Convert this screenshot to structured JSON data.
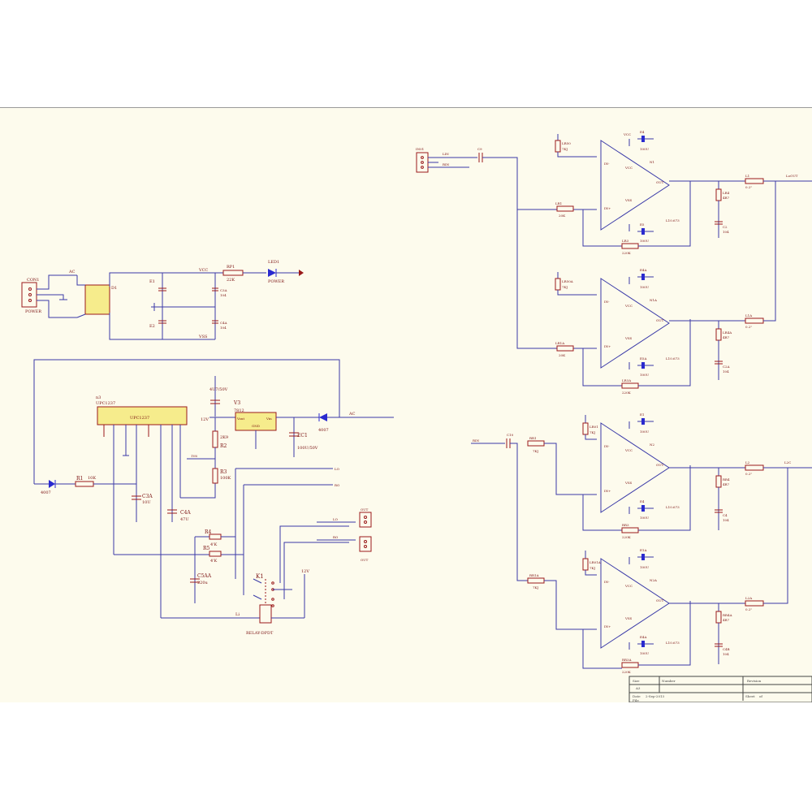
{
  "power": {
    "connector_ref": "CON1",
    "connector_label": "POWER",
    "net_ac": "AC",
    "bridge_ref": "D1",
    "net_vcc": "VCC",
    "net_vss": "VSS",
    "e1": "E1",
    "e2": "E2",
    "c3a": "C3A",
    "c3a_val": "104",
    "c4a": "C4A",
    "c4a_val": "104",
    "rp1": "RP1",
    "rp1_val": "22K",
    "led": "LED1",
    "led_val": "POWER"
  },
  "protect": {
    "chip_ref": "n3",
    "chip_part": "UPC1237",
    "chip_label": "UPC1237",
    "d_left": "4007",
    "r1": "R1",
    "r1_val": "10K",
    "c3aa": "C3A",
    "c3aa_val": "10U",
    "c4aa": "C4A",
    "c4aa_val": "47U",
    "c_top": "4U7/50V",
    "v3": "V3",
    "v3_part": "7812",
    "reg_vout": "Vout",
    "reg_vin": "Vin",
    "reg_gnd": "GND",
    "net_12v": "12V",
    "r2": "2K9",
    "r2_name": "R2",
    "r3": "R3",
    "r3_val": "100K",
    "d_right": "4007",
    "net_ac": "AC",
    "ec1": "EC1",
    "ec1_val": "100U/50V",
    "r4": "R4",
    "r4_val": "4'K",
    "r5": "R5",
    "r5_val": "4'K",
    "c5aa": "C5AA",
    "c5aa_val": "220u",
    "k1": "K1",
    "relay": "RELAY-DPDT",
    "net_li": "Li",
    "net_lo": "LO",
    "net_ro": "RO",
    "net_12v_b": "12V",
    "net_lo2": "LO",
    "net_ro2": "RO",
    "out1": "OUT",
    "out2": "OUT",
    "net_lv": "1V6"
  },
  "input": {
    "connector_ref": "IN01",
    "net_lin": "LIN",
    "net_rin": "RIN",
    "c9": "C9",
    "c10": "C10",
    "rin_left": "RIN"
  },
  "amps": [
    {
      "rf": "LR50",
      "rf_val": "7KJ",
      "ri": "LR1",
      "ri_val": "20K",
      "rb": "LR3",
      "rb_val": "220K",
      "u": "N1",
      "c_top": "E4",
      "c_top_val": "100U",
      "c_bot": "E5",
      "c_bot_val": "100U",
      "l": "L10.673",
      "rz": "LR4",
      "rz_val": "4R7",
      "cz": "C2",
      "cz_val": "104",
      "lo": "L1",
      "lo_val": "0.2\"",
      "out": "LoOUT"
    },
    {
      "rf": "LR50A",
      "rf_val": "7KJ",
      "ri": "LR1A",
      "ri_val": "20K",
      "rb": "LR3A",
      "rb_val": "220K",
      "u": "N1A",
      "c_top": "E4A",
      "c_top_val": "100U",
      "c_bot": "E5A",
      "c_bot_val": "100U",
      "l": "L10.673",
      "rz": "LR4A",
      "rz_val": "4R7",
      "cz": "C2A",
      "cz_val": "104",
      "lo": "L1A",
      "lo_val": "0.2\"",
      "out": ""
    },
    {
      "rf": "LR01",
      "rf_val": "7KJ",
      "ri": "RR1",
      "ri_val": "7KJ",
      "rb": "RR3",
      "rb_val": "220K",
      "u": "N2",
      "c_top": "E1",
      "c_top_val": "100U",
      "c_bot": "E4",
      "c_bot_val": "100U",
      "l": "L10.673",
      "rz": "RR4",
      "rz_val": "4R7",
      "cz": "C4",
      "cz_val": "104",
      "lo": "L2",
      "lo_val": "0.2\"",
      "out": "L2C"
    },
    {
      "rf": "LR01A",
      "rf_val": "7KJ",
      "ri": "RR1A",
      "ri_val": "7KJ",
      "rb": "RR3A",
      "rb_val": "220K",
      "u": "N2A",
      "c_top": "E1A",
      "c_top_val": "100U",
      "c_bot": "E4A",
      "c_bot_val": "100U",
      "l": "L10.673",
      "rz": "RR4A",
      "rz_val": "4R7",
      "cz": "C4B",
      "cz_val": "104",
      "lo": "L2A",
      "lo_val": "0.2\"",
      "out": ""
    }
  ],
  "amp_pins": {
    "inm": "IN-",
    "inp": "IN+",
    "vcc": "VCC",
    "vss": "VSS",
    "out": "OUT",
    "vcc_net": "VCC",
    "vss_net": "VSS"
  },
  "title_block": {
    "size_label": "Size",
    "size": "A3",
    "number_label": "Number",
    "revision_label": "Revision",
    "date_label": "Date",
    "date": "2-Sep-2013",
    "sheet_label": "Sheet",
    "sheet_of": "of",
    "file_label": "File"
  }
}
